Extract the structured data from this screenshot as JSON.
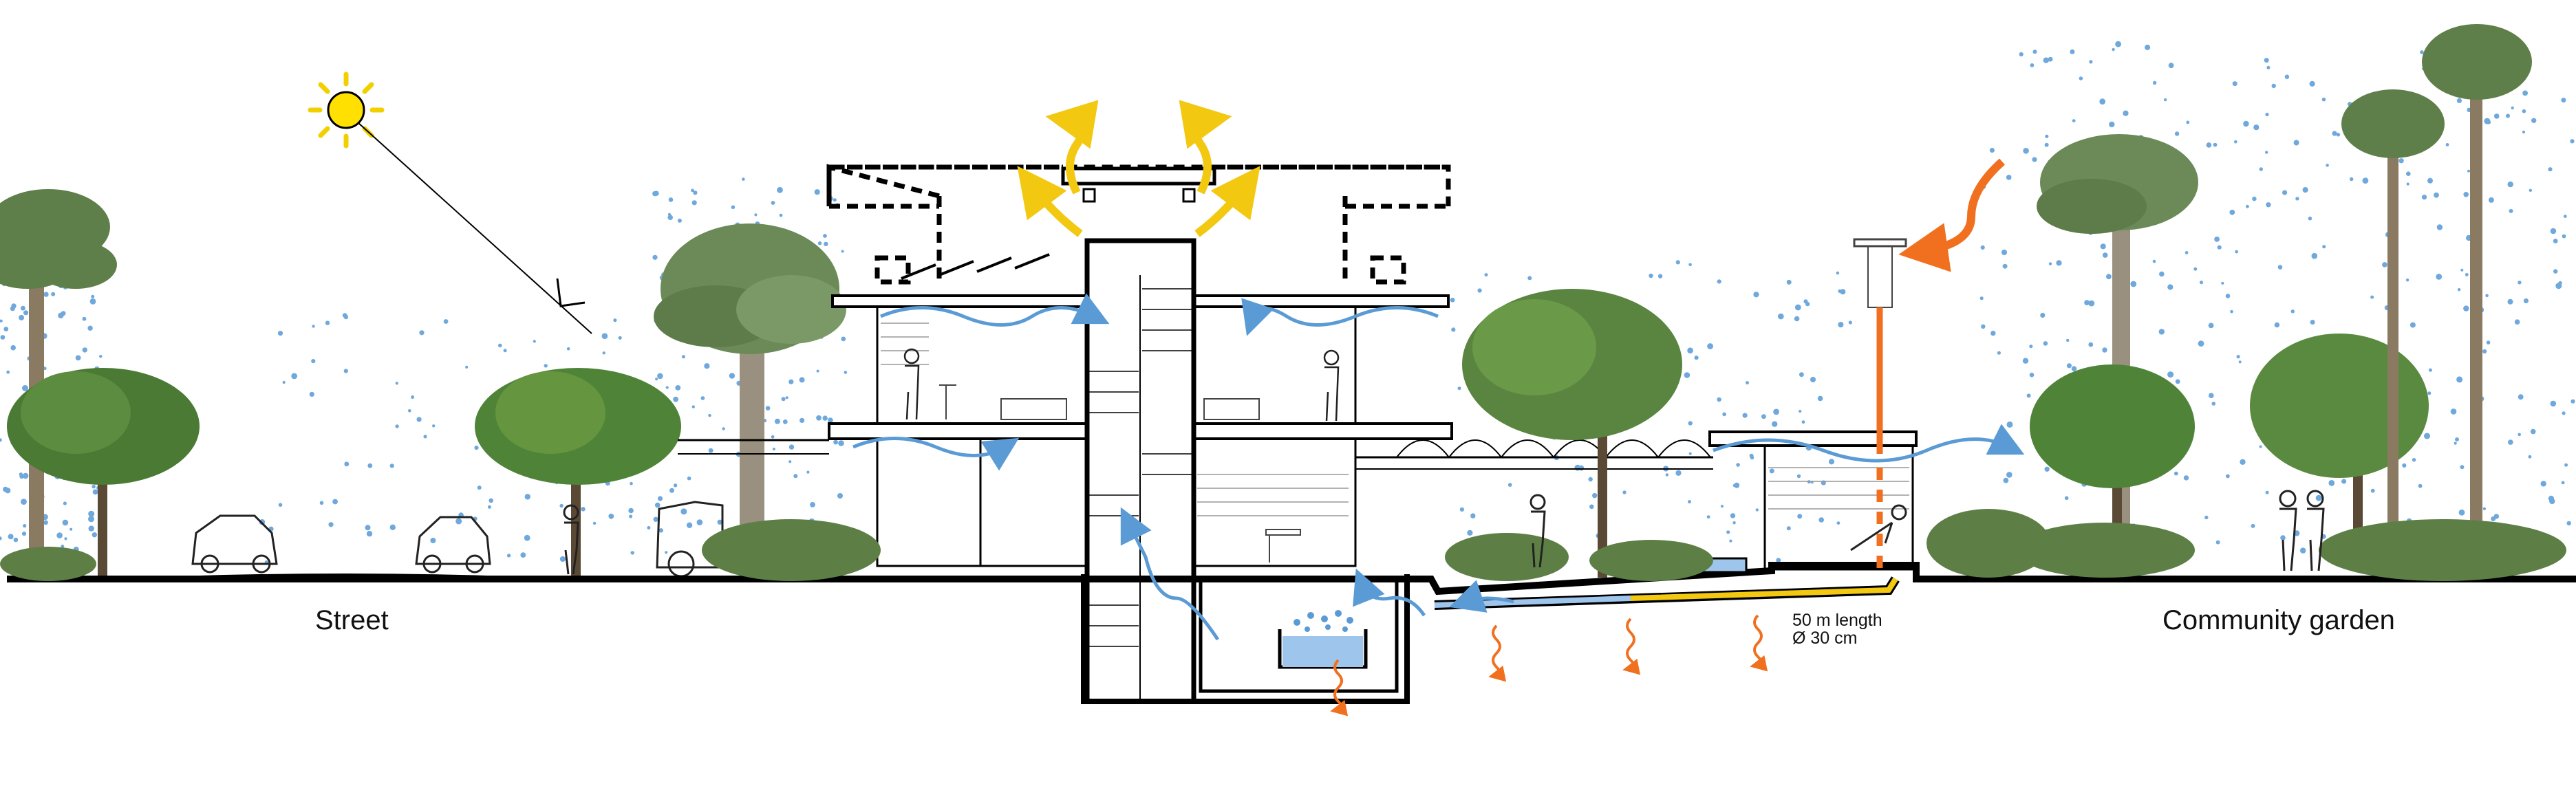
{
  "labels": {
    "street": "Street",
    "community_garden": "Community garden",
    "duct_length": "50 m length",
    "duct_diameter": "Ø 30 cm"
  },
  "colors": {
    "airflow_blue": "#5b9bd5",
    "dots_blue": "#6fa8dc",
    "exhaust_yellow": "#f2c811",
    "heat_orange": "#f07020",
    "water_blue": "#9ec5ec",
    "foliage_green": "#4f7a3c",
    "trunk_brown": "#6b5a45",
    "structure_black": "#000000"
  },
  "icons": [
    "sun-icon",
    "car-icon",
    "person-icon",
    "tree-icon",
    "palm-icon",
    "wind-arrow-icon",
    "heat-wave-icon",
    "chimney-icon"
  ]
}
